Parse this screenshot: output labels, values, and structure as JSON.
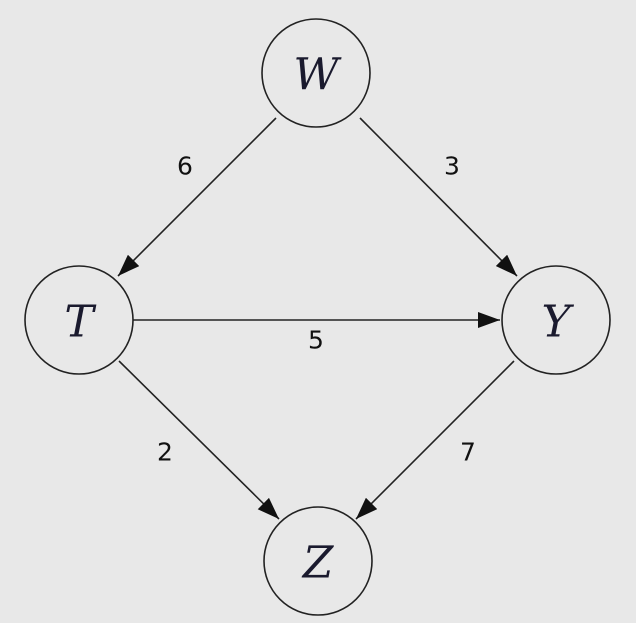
{
  "nodes": {
    "w": {
      "label": "W"
    },
    "t": {
      "label": "T"
    },
    "y": {
      "label": "Y"
    },
    "z": {
      "label": "Z"
    }
  },
  "edges": {
    "w_t": {
      "from": "W",
      "to": "T",
      "weight": "6"
    },
    "w_y": {
      "from": "W",
      "to": "Y",
      "weight": "3"
    },
    "t_y": {
      "from": "T",
      "to": "Y",
      "weight": "5"
    },
    "t_z": {
      "from": "T",
      "to": "Z",
      "weight": "2"
    },
    "y_z": {
      "from": "Y",
      "to": "Z",
      "weight": "7"
    }
  }
}
